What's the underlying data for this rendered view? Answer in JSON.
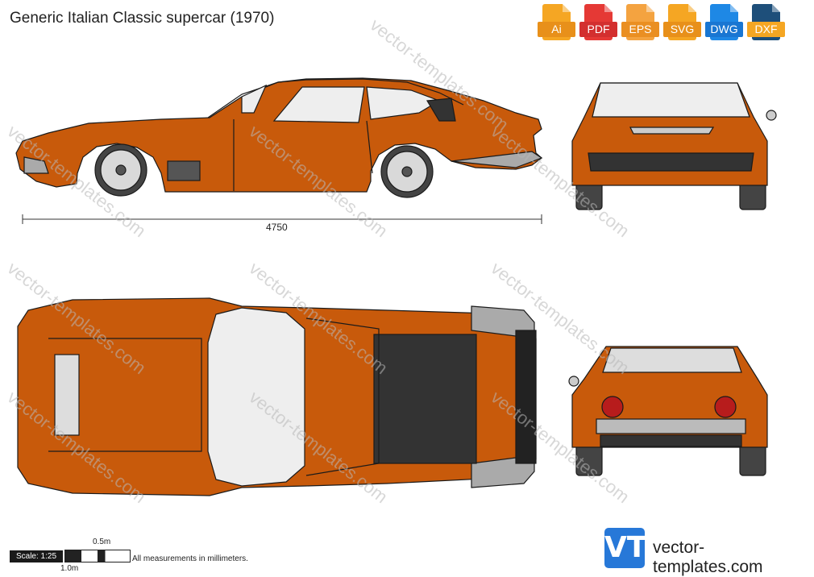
{
  "page_title": "Generic Italian Classic supercar (1970)",
  "formats": [
    {
      "label": "Ai",
      "color": "#f5a623",
      "icon": "ai-file-icon"
    },
    {
      "label": "PDF",
      "color": "#e53935",
      "icon": "pdf-file-icon"
    },
    {
      "label": "EPS",
      "color": "#f4a340",
      "icon": "eps-file-icon"
    },
    {
      "label": "SVG",
      "color": "#f5a623",
      "icon": "svg-file-icon"
    },
    {
      "label": "DWG",
      "color": "#1e88e5",
      "icon": "dwg-file-icon"
    },
    {
      "label": "DXF",
      "color": "#1e4f7a",
      "icon": "dxf-file-icon"
    }
  ],
  "dimension_length": "4750",
  "scale_label": "Scale: 1:25",
  "scale_half": "0.5m",
  "scale_full": "1.0m",
  "measurement_note": "All measurements in millimeters.",
  "watermark": "vector-templates.com",
  "brand_logo": "VT",
  "brand_name": "vector-templates.com",
  "car_color": "#c85a0b"
}
